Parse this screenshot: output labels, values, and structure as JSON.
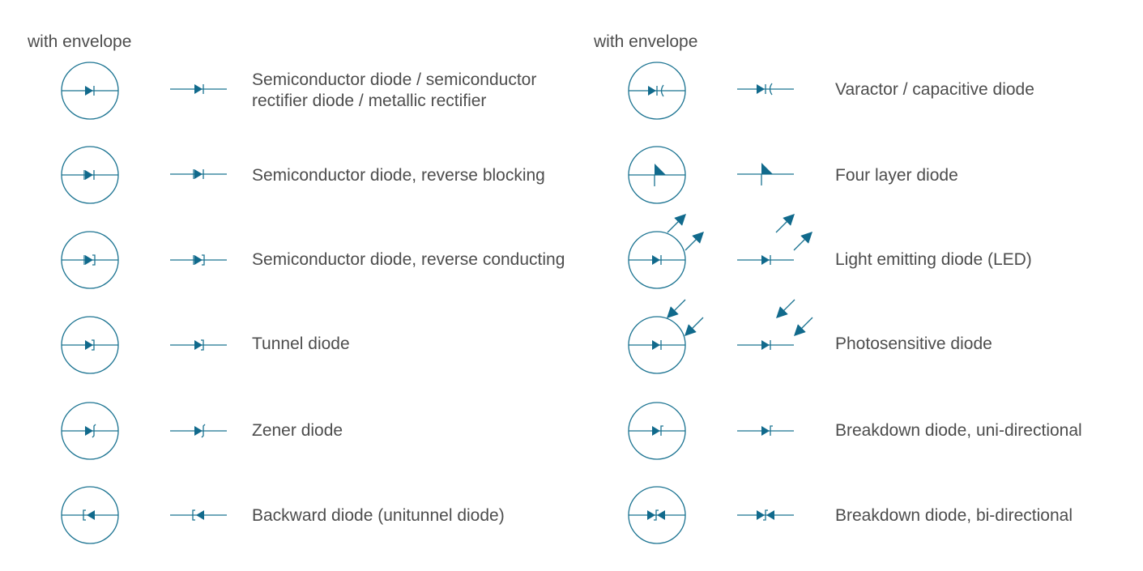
{
  "colors": {
    "stroke": "#1b7391",
    "fill": "#116a8c",
    "text": "#4d4d4d"
  },
  "left": {
    "header": "with envelope",
    "items": [
      {
        "symbol": "semiconductor-diode-icon",
        "label_lines": [
          "Semiconductor diode / semiconductor",
          "rectifier diode / metallic rectifier"
        ]
      },
      {
        "symbol": "reverse-blocking-diode-icon",
        "label_lines": [
          "Semiconductor diode, reverse blocking"
        ]
      },
      {
        "symbol": "reverse-conducting-diode-icon",
        "label_lines": [
          "Semiconductor diode, reverse conducting"
        ]
      },
      {
        "symbol": "tunnel-diode-icon",
        "label_lines": [
          "Tunnel diode"
        ]
      },
      {
        "symbol": "zener-diode-icon",
        "label_lines": [
          "Zener diode"
        ]
      },
      {
        "symbol": "backward-diode-icon",
        "label_lines": [
          "Backward diode (unitunnel diode)"
        ]
      }
    ]
  },
  "right": {
    "header": "with envelope",
    "items": [
      {
        "symbol": "varactor-diode-icon",
        "label_lines": [
          "Varactor / capacitive diode"
        ]
      },
      {
        "symbol": "four-layer-diode-icon",
        "label_lines": [
          "Four layer diode"
        ]
      },
      {
        "symbol": "led-icon",
        "label_lines": [
          "Light emitting diode (LED)"
        ]
      },
      {
        "symbol": "photosensitive-diode-icon",
        "label_lines": [
          "Photosensitive diode"
        ]
      },
      {
        "symbol": "breakdown-uni-diode-icon",
        "label_lines": [
          "Breakdown diode, uni-directional"
        ]
      },
      {
        "symbol": "breakdown-bi-diode-icon",
        "label_lines": [
          "Breakdown diode, bi-directional"
        ]
      }
    ]
  }
}
